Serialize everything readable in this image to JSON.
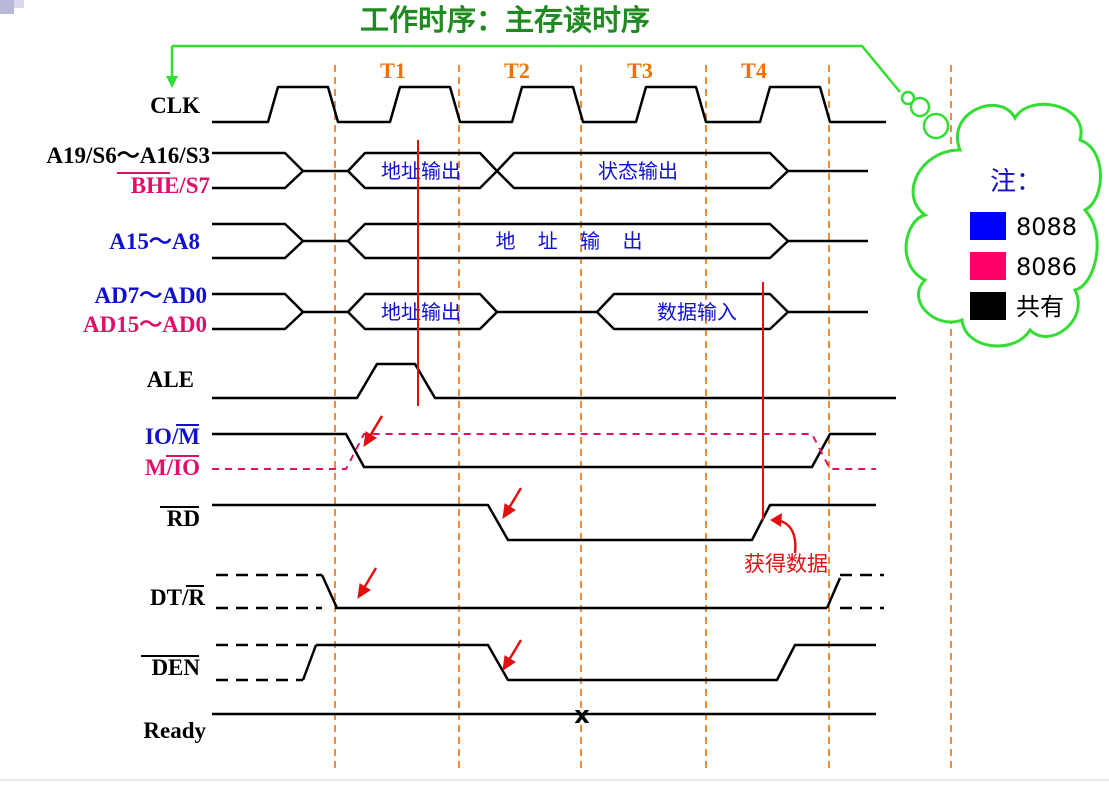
{
  "title": "工作时序：主存读时序",
  "periods": [
    "T1",
    "T2",
    "T3",
    "T4"
  ],
  "signals": {
    "clk": "CLK",
    "a19": "A19/S6～A16/S3",
    "bhe": "BHE/S7",
    "a15": "A15～A8",
    "ad7": "AD7～AD0",
    "ad15": "AD15～AD0",
    "ale": "ALE",
    "iom": "IO/M",
    "mio": "M/IO",
    "rd": "RD",
    "dtr": "DT/R",
    "den": "DEN",
    "ready": "Ready"
  },
  "bus": {
    "addr_out_1": "地址输出",
    "status_out": "状态输出",
    "addr_out_2": "地 址 输 出",
    "addr_out_3": "地址输出",
    "data_in": "数据输入"
  },
  "annotation": "获得数据",
  "ready_mark": "x",
  "legend": {
    "title": "注：",
    "items": [
      {
        "label": "8088",
        "color": "#0000ff"
      },
      {
        "label": "8086",
        "color": "#ff0066"
      },
      {
        "label": "共有",
        "color": "#000000"
      }
    ]
  },
  "colors": {
    "title": "#1f8a1f",
    "black": "#000000",
    "blue": "#1010d0",
    "pink": "#e0106a",
    "orange": "#f07000",
    "red": "#e01010",
    "green_outline": "#33dd33"
  }
}
